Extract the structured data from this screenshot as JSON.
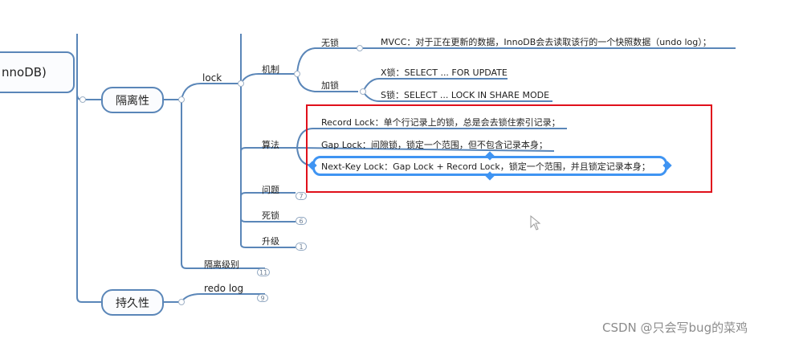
{
  "colors": {
    "connector": "#5a86b8",
    "highlight": "#e0101b",
    "selection": "#3f94f2"
  },
  "root_label": "nnoDB)",
  "isolation": {
    "label": "隔离性",
    "lock": {
      "label": "lock",
      "mechanism": {
        "label": "机制",
        "no_lock": {
          "label": "无锁",
          "mvcc": "MVCC：对于正在更新的数据，InnoDB会去读取该行的一个快照数据（undo log）；"
        },
        "lock_add": {
          "label": "加锁",
          "x_lock": "X锁：SELECT ... FOR UPDATE",
          "s_lock": "S锁：SELECT ... LOCK IN SHARE MODE"
        }
      },
      "algorithm": {
        "label": "算法",
        "record_lock": "Record Lock：单个行记录上的锁，总是会去锁住索引记录；",
        "gap_lock": "Gap Lock：间隙锁，锁定一个范围，但不包含记录本身；",
        "next_key_lock": "Next-Key Lock：Gap Lock + Record Lock，锁定一个范围，并且锁定记录本身；"
      },
      "problem": {
        "label": "问题",
        "count": "7"
      },
      "deadlock": {
        "label": "死锁",
        "count": "6"
      },
      "upgrade": {
        "label": "升级",
        "count": "1"
      }
    },
    "isolation_level": {
      "label": "隔离级别",
      "count": "11"
    }
  },
  "durability": {
    "label": "持久性",
    "redo_log": {
      "label": "redo log",
      "count": "9"
    }
  },
  "watermark": "CSDN @只会写bug的菜鸡"
}
